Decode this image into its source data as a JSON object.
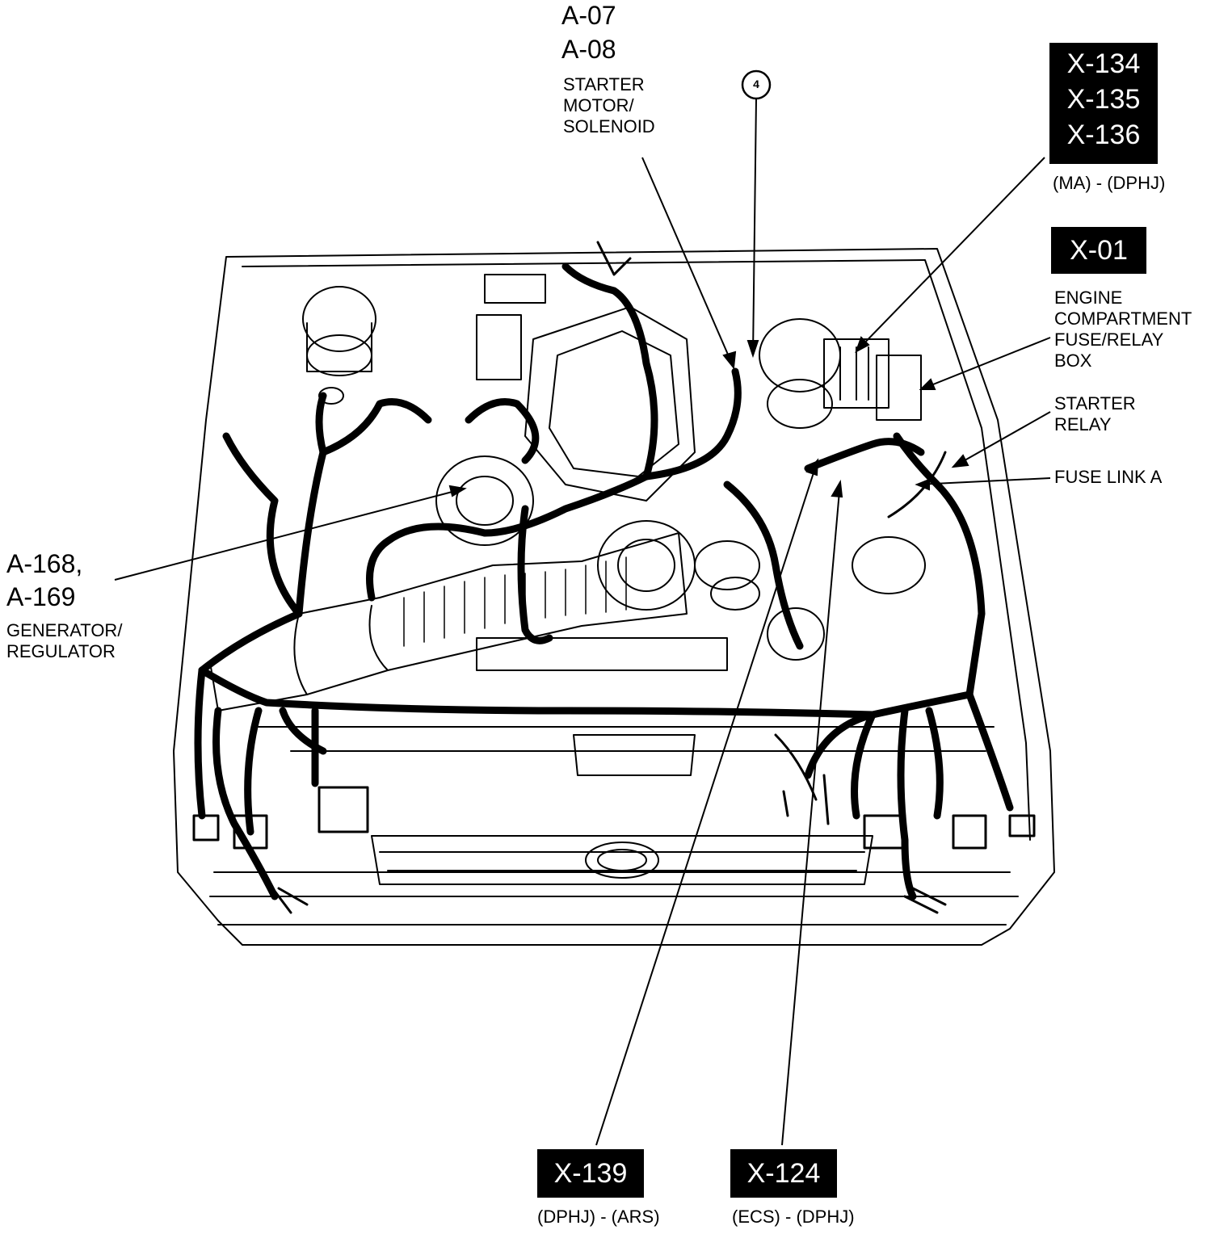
{
  "callouts": {
    "starter": {
      "codes": [
        "A-07",
        "A-08"
      ],
      "lines": [
        "STARTER",
        "MOTOR/",
        "SOLENOID"
      ]
    },
    "generator": {
      "codes": [
        "A-168,",
        "A-169"
      ],
      "lines": [
        "GENERATOR/",
        "REGULATOR"
      ]
    },
    "ground_marker": "4",
    "x134_group": {
      "codes": [
        "X-134",
        "X-135",
        "X-136"
      ],
      "sub": "(MA) - (DPHJ)"
    },
    "x01": {
      "code": "X-01",
      "lines": [
        "ENGINE",
        "COMPARTMENT",
        "FUSE/RELAY",
        "BOX"
      ]
    },
    "starter_relay": [
      "STARTER",
      "RELAY"
    ],
    "fuse_link": "FUSE LINK A",
    "x139": {
      "code": "X-139",
      "sub": "(DPHJ) - (ARS)"
    },
    "x124": {
      "code": "X-124",
      "sub": "(ECS) - (DPHJ)"
    }
  },
  "colors": {
    "ink": "#000000",
    "paper": "#ffffff",
    "box_text": "#ffffff"
  }
}
